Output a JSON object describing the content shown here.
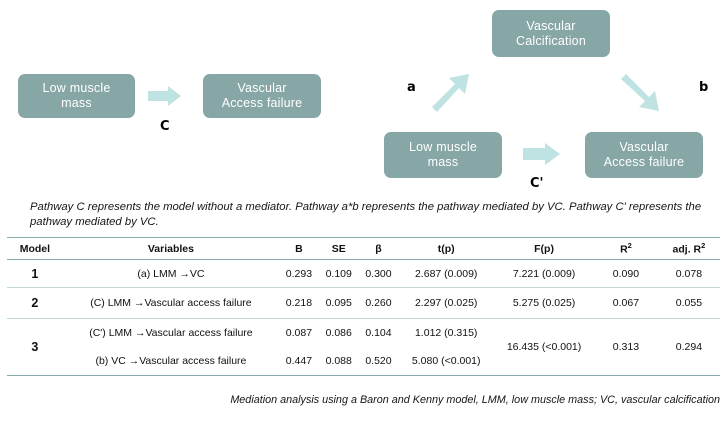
{
  "diagram": {
    "nodes": {
      "lmm_left": "Low muscle\nmass",
      "vaf_left": "Vascular\nAccess failure",
      "vc": "Vascular\nCalcification",
      "lmm_right": "Low muscle\nmass",
      "vaf_right": "Vascular\nAccess failure"
    },
    "path_labels": {
      "c": "C",
      "c_prime": "C'",
      "a": "a",
      "b": "b"
    },
    "colors": {
      "node_fill": "#87a6a6",
      "node_text": "#ffffff",
      "arrow_fill": "#bfe2e2"
    }
  },
  "figure_caption": "Pathway C represents the model without a mediator. Pathway a*b represents the pathway mediated by VC. Pathway C' represents the pathway mediated by VC.",
  "table": {
    "headers": {
      "model": "Model",
      "variables": "Variables",
      "b": "B",
      "se": "SE",
      "beta": "β",
      "tp": "t(p)",
      "fp": "F(p)",
      "r2": "R",
      "r2_sup": "2",
      "adj_r2": "adj. R",
      "adj_r2_sup": "2"
    },
    "rows": [
      {
        "model": "1",
        "variables": "(a) LMM →VC",
        "b": "0.293",
        "se": "0.109",
        "beta": "0.300",
        "tp": "2.687 (0.009)",
        "fp": "7.221 (0.009)",
        "r2": "0.090",
        "adj_r2": "0.078"
      },
      {
        "model": "2",
        "variables": "(C) LMM →Vascular access failure",
        "b": "0.218",
        "se": "0.095",
        "beta": "0.260",
        "tp": "2.297 (0.025)",
        "fp": "5.275 (0.025)",
        "r2": "0.067",
        "adj_r2": "0.055"
      },
      {
        "model": "3",
        "variables": "(C') LMM →Vascular access failure",
        "b": "0.087",
        "se": "0.086",
        "beta": "0.104",
        "tp": "1.012 (0.315)",
        "fp": "16.435 (<0.001)",
        "r2": "0.313",
        "adj_r2": "0.294"
      },
      {
        "model": "",
        "variables": "(b) VC →Vascular access failure",
        "b": "0.447",
        "se": "0.088",
        "beta": "0.520",
        "tp": "5.080 (<0.001)",
        "fp": "",
        "r2": "",
        "adj_r2": ""
      }
    ]
  },
  "table_footnote": "Mediation analysis using a Baron and Kenny model, LMM, low muscle mass; VC, vascular calcification"
}
